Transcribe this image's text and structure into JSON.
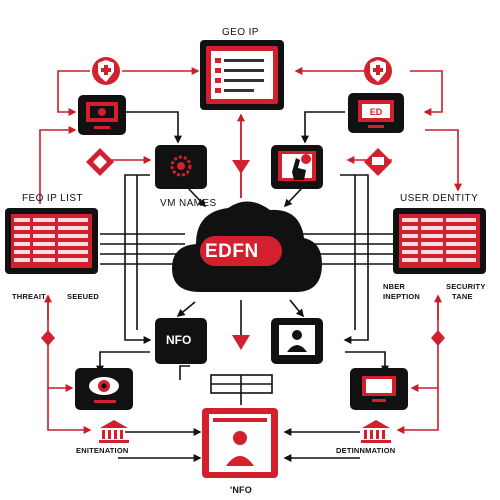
{
  "labels": {
    "top_title": "GEO IP",
    "left_title": "FEO IP LIST",
    "right_title": "USER DENTITY",
    "vm_names": "VM NAMES",
    "threat": "THREAIT",
    "secured": "SEEUED",
    "nber": "NBER",
    "inception": "INEPTION",
    "security": "SECURITY",
    "tane": "TANE",
    "node_nfo": "NFO",
    "edfn": "EDFN",
    "bottom_title": "'NFO",
    "bottom_left": "ENITENATION",
    "bottom_right": "DETINNMATION"
  },
  "icons": {
    "top_left_badge": "shield-plus-icon",
    "top_right_badge": "shield-plus-icon",
    "top_doc": "document-list-icon",
    "tl_monitor": "monitor-gear-icon",
    "tr_monitor": "monitor-ed-icon",
    "vm_gear": "gear-icon",
    "tc_hand": "pointer-touch-icon",
    "bl_eye": "eye-icon",
    "br_monitor": "monitor-icon",
    "bc_person": "person-profile-icon",
    "bank": "bank-icon"
  },
  "colors": {
    "accent": "#d3202e",
    "dark": "#111111"
  }
}
